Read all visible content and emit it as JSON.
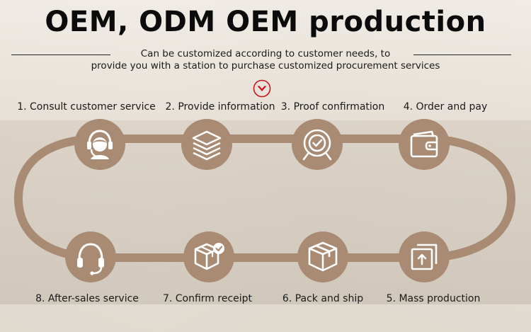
{
  "header": {
    "title": "OEM, ODM OEM production",
    "subtitle_line1": "Can be customized according to customer needs, to",
    "subtitle_line2": "provide you with a station to purchase customized procurement services"
  },
  "colors": {
    "accent": "#a98b74",
    "marker": "#c8141c"
  },
  "steps": [
    {
      "label": "1. Consult customer service",
      "icon": "headset-agent-icon"
    },
    {
      "label": "2. Provide information",
      "icon": "layers-icon"
    },
    {
      "label": "3. Proof confirmation",
      "icon": "check-target-icon"
    },
    {
      "label": "4. Order and pay",
      "icon": "wallet-icon"
    },
    {
      "label": "5. Mass production",
      "icon": "upload-box-icon"
    },
    {
      "label": "6. Pack and ship",
      "icon": "package-icon"
    },
    {
      "label": "7. Confirm receipt",
      "icon": "package-check-icon"
    },
    {
      "label": "8. After-sales service",
      "icon": "headphones-icon"
    }
  ]
}
